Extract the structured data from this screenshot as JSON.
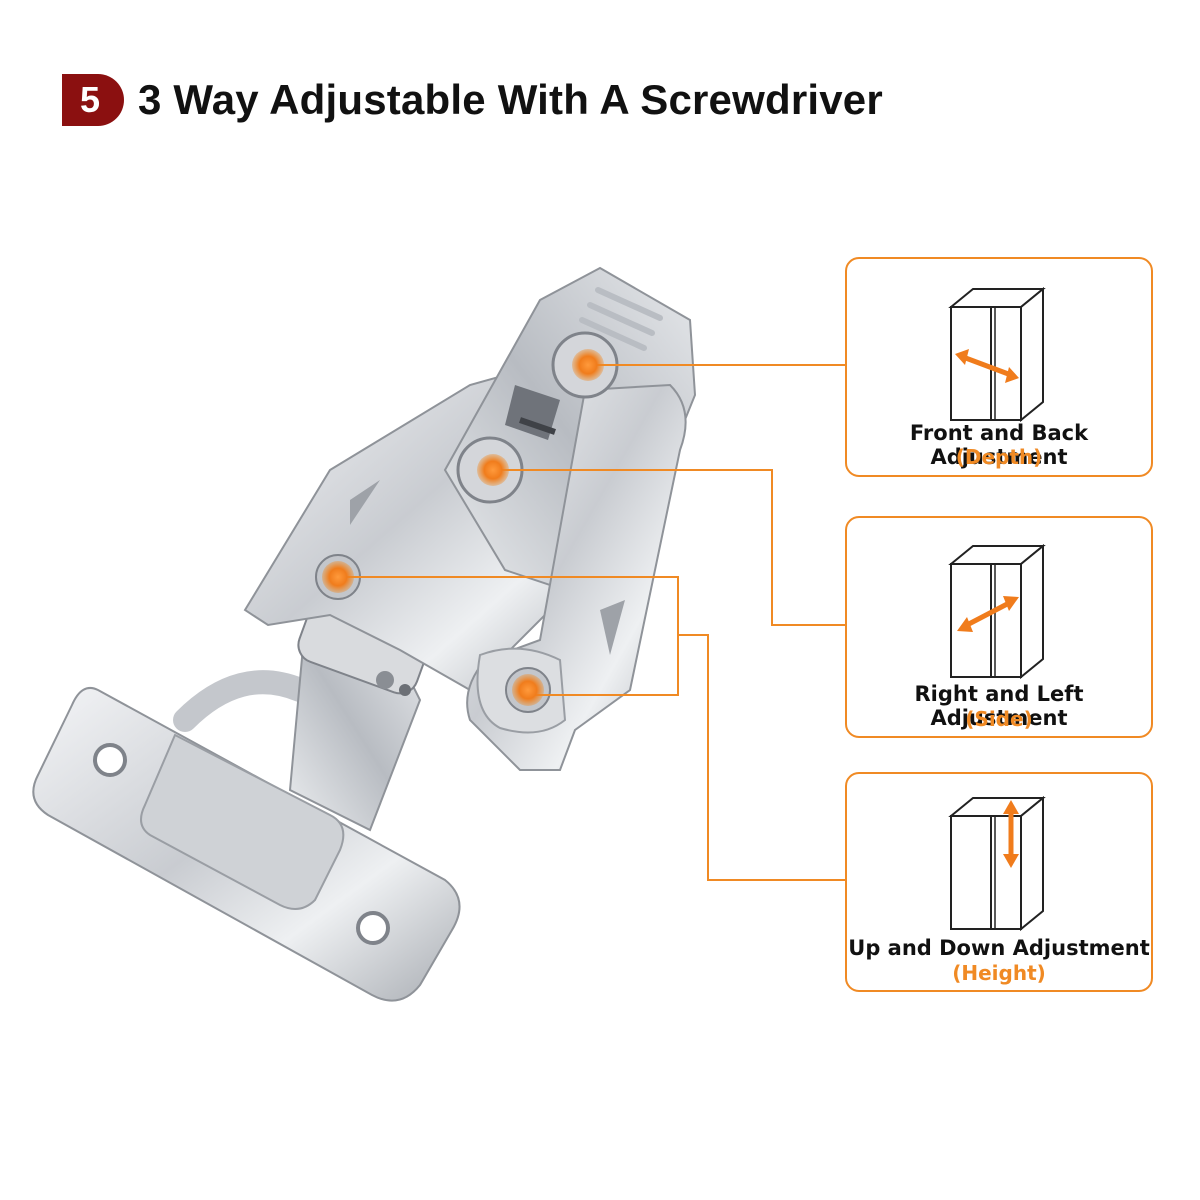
{
  "header": {
    "step_number": "5",
    "title": "3 Way Adjustable With A Screwdriver"
  },
  "colors": {
    "accent": "#f08a24",
    "badge": "#8b1010",
    "text": "#111111"
  },
  "adjustments": [
    {
      "label": "Front and Back Adjustment",
      "sub": "(Depth)",
      "arrow": "horizontal-arrow-icon"
    },
    {
      "label": "Right and Left Adjustment",
      "sub": "(Side)",
      "arrow": "diagonal-arrow-icon"
    },
    {
      "label": "Up and Down Adjustment",
      "sub": "(Height)",
      "arrow": "vertical-arrow-icon"
    }
  ]
}
